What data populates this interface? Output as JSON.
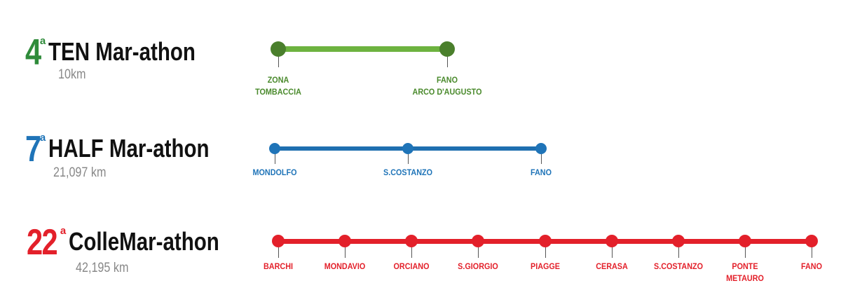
{
  "colors": {
    "green": "#3f8f2e",
    "green_line": "#6db33f",
    "blue": "#1f74b8",
    "red": "#e3202a",
    "dark_green_dot": "#4a7f2c"
  },
  "races": [
    {
      "ordinal": "4",
      "sup": "a",
      "name": "TEN Mar-athon",
      "distance": "10km",
      "color": "#2e8b3a",
      "stops": [
        "ZONA\nTOMBACCIA",
        "FANO\nARCO D'AUGUSTO"
      ]
    },
    {
      "ordinal": "7",
      "sup": "a",
      "name": "HALF Mar-athon",
      "distance": "21,097 km",
      "color": "#1f74b8",
      "stops": [
        "MONDOLFO",
        "S.COSTANZO",
        "FANO"
      ]
    },
    {
      "ordinal": "22",
      "sup": "a",
      "name": "ColleMar-athon",
      "distance": "42,195 km",
      "color": "#e3202a",
      "stops": [
        "BARCHI",
        "MONDAVIO",
        "ORCIANO",
        "S.GIORGIO",
        "PIAGGE",
        "CERASA",
        "S.COSTANZO",
        "PONTE\nMETAURO",
        "FANO"
      ]
    }
  ]
}
